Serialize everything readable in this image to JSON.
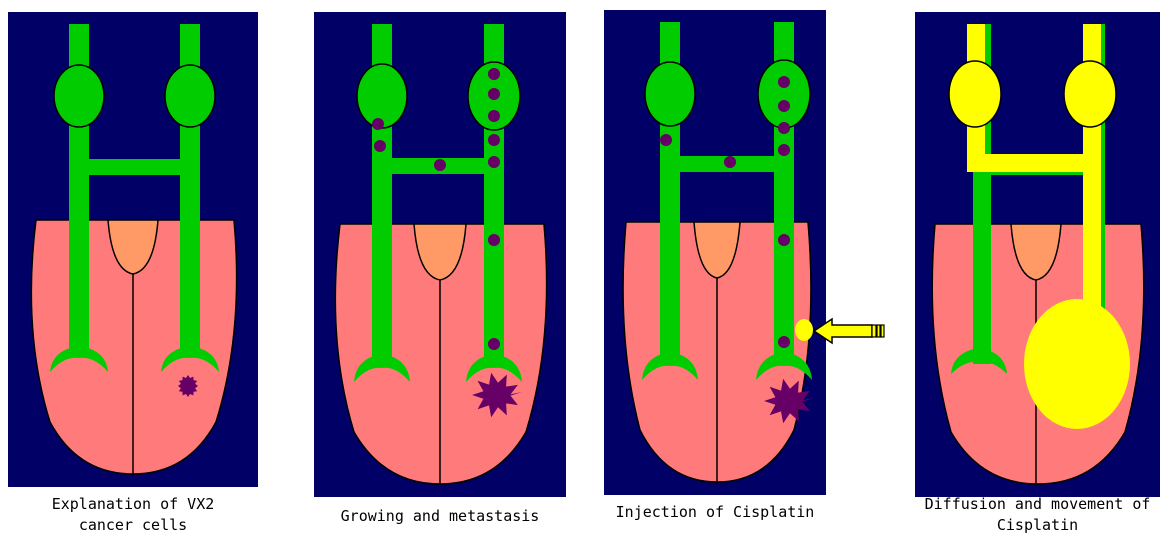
{
  "panels": [
    {
      "id": "p1",
      "caption_lines": [
        "Explanation of VX2",
        "cancer cells"
      ]
    },
    {
      "id": "p2",
      "caption_lines": [
        "Growing and metastasis"
      ]
    },
    {
      "id": "p3",
      "caption_lines": [
        "Injection of Cisplatin"
      ]
    },
    {
      "id": "p4",
      "caption_lines": [
        "Diffusion and movement of",
        "Cisplatin"
      ]
    }
  ],
  "colors": {
    "background": "#000066",
    "tongue": "#ff7b7b",
    "uvula": "#ff9966",
    "lymph": "#00cc00",
    "cancer": "#660066",
    "cisplatin": "#ffff00",
    "outline": "#000000"
  }
}
